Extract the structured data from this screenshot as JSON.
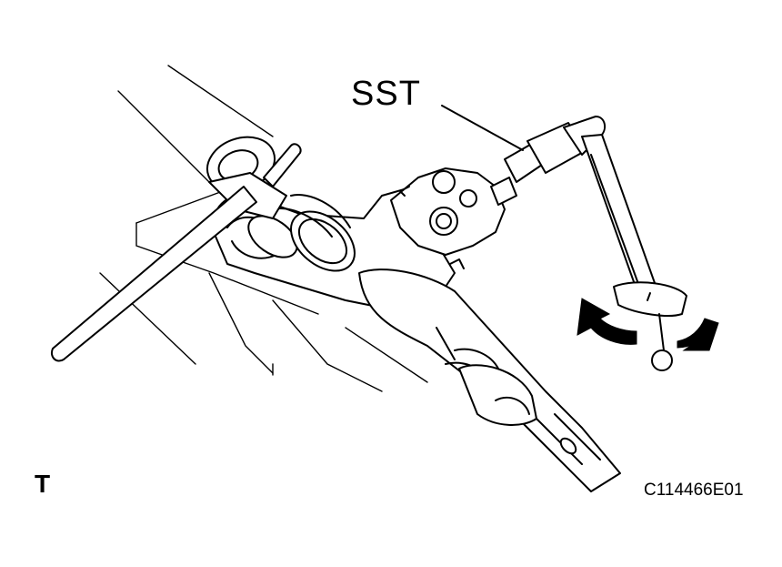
{
  "labels": {
    "sst": "SST",
    "view_letter": "T",
    "figure_code": "C114466E01"
  },
  "colors": {
    "line": "#000000",
    "background": "#ffffff"
  }
}
